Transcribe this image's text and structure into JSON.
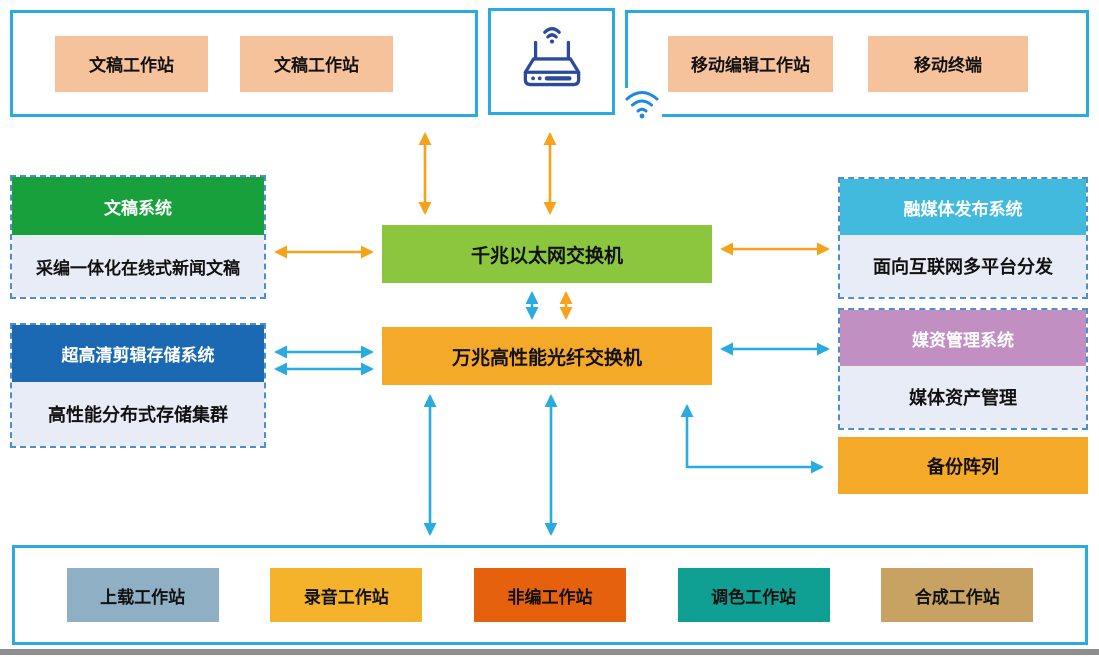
{
  "colors": {
    "group_border": "#29abe2",
    "node_peach": "#f6c29c",
    "header_green": "#18a03c",
    "header_blue": "#1b69b3",
    "header_cyan": "#41badd",
    "header_purple": "#c18fc1",
    "module_body_fill": "#e8ecf6",
    "module_dashed_border": "#4d8fcb",
    "switch_green": "#8cc63f",
    "switch_orange": "#f5a929",
    "arrow_orange": "#f7a21b",
    "arrow_blue": "#29abe2",
    "router_icon_navy": "#2b4a9e",
    "wifi_icon_blue": "#1e88e0",
    "station_upload": "#8fafc4",
    "station_audio": "#f5b32b",
    "station_nle": "#e6610d",
    "station_grading": "#10a093",
    "station_compositing": "#c8a263",
    "bottom_bar_gray": "#8e8e8e"
  },
  "top": {
    "script_group": {
      "items": [
        {
          "label": "文稿工作站"
        },
        {
          "label": "文稿工作站"
        }
      ]
    },
    "router": {
      "icon": "wireless-router-icon"
    },
    "mobile_group": {
      "icon": "wifi-icon",
      "items": [
        {
          "label": "移动编辑工作站"
        },
        {
          "label": "移动终端"
        }
      ]
    }
  },
  "center": {
    "ethernet_switch": "千兆以太网交换机",
    "fiber_switch": "万兆高性能光纤交换机"
  },
  "left_modules": [
    {
      "title": "文稿系统",
      "body": "采编一体化在线式新闻文稿"
    },
    {
      "title": "超高清剪辑存储系统",
      "body": "高性能分布式存储集群"
    }
  ],
  "right_modules": [
    {
      "title": "融媒体发布系统",
      "body": "面向互联网多平台分发"
    },
    {
      "title": "媒资管理系统",
      "body": "媒体资产管理"
    }
  ],
  "backup_array": {
    "label": "备份阵列"
  },
  "bottom": {
    "stations": [
      {
        "label": "上载工作站"
      },
      {
        "label": "录音工作站"
      },
      {
        "label": "非编工作站"
      },
      {
        "label": "调色工作站"
      },
      {
        "label": "合成工作站"
      }
    ]
  }
}
